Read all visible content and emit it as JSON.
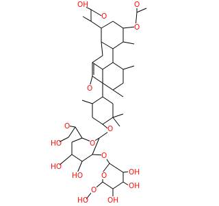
{
  "colors": {
    "bond": "#000000",
    "oxygen": "#ff0d0d",
    "background": "#ffffff"
  },
  "labels": {
    "cooh_top_o": "O",
    "cooh_top_oh": "OH",
    "acetyl_o_carbonyl": "O",
    "acetyl_o_ester": "O",
    "ketone_o": "O",
    "glycoside_o": "O",
    "ring1_cooh_o": "O",
    "ring1_cooh_oh": "HO",
    "ring1_oh_left": "HO",
    "ring1_oh_bottom": "HO",
    "ring1_link_o": "O",
    "ring1_ring_o": "O",
    "ring2_ring_o": "O",
    "ring2_oh_right1": "OH",
    "ring2_oh_right2": "OH",
    "ring2_oh_bottom": "OH",
    "ring2_cooh_o": "O",
    "ring2_cooh_oh": "HO"
  }
}
